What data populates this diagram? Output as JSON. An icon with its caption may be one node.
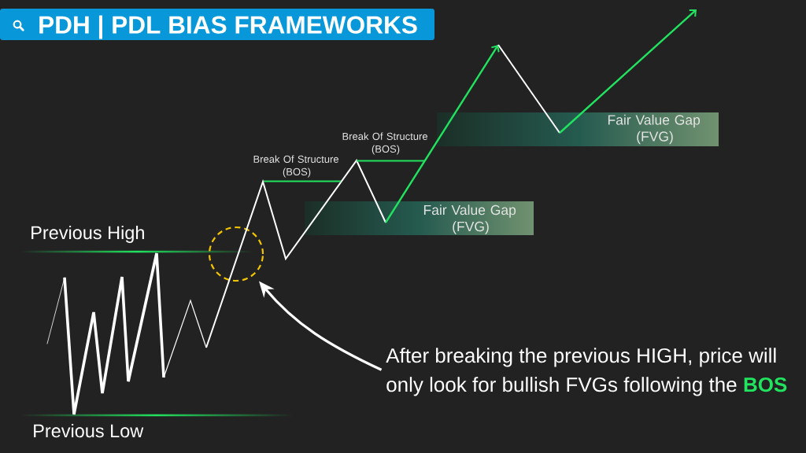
{
  "diagram": {
    "title": "PDH | PDL BIAS FRAMEWORKS",
    "nodes": [
      {
        "text": [
          "Fair Value Gap (FVG)"
        ]
      },
      {
        "text": [
          "Fair Value Gap (FVG)"
        ]
      },
      {
        "text": [],
        "shape": "circle"
      },
      {
        "text": [
          "After breaking the previous HIGH, price will only look for bullish FVGs following the **BOS**"
        ]
      }
    ],
    "edges": [
      {
        "from": 3,
        "to": 2,
        "arrow": "to"
      }
    ],
    "labels": [
      "Break Of Structure (BOS)",
      "Break Of Structure (BOS)",
      "Previous High",
      "Previous Low"
    ]
  }
}
